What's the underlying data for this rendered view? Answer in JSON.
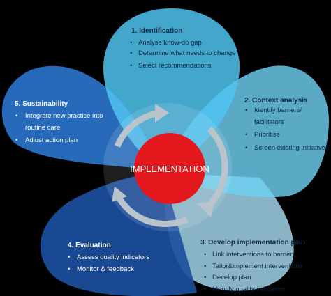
{
  "center": {
    "label": "IMPLEMENTATION"
  },
  "phases": [
    {
      "id": "identification",
      "heading": "1. Identification",
      "items": [
        "Analyse know-do gap",
        "Determine what needs to change",
        "Select recommendations"
      ],
      "color": "#4FC3EE"
    },
    {
      "id": "context-analysis",
      "heading": "2. Context analysis",
      "items": [
        "Identify barriers/",
        "facilitators",
        "Prioritise",
        "Screen existing initiatives"
      ],
      "color": "#6ECFF1"
    },
    {
      "id": "develop-plan",
      "heading": "3. Develop implementation plan",
      "items": [
        "Link interventions to barriers",
        "Tailor&implement interventions",
        "Develop plan",
        "Identify quality indicators"
      ],
      "color": "#A7DCF1"
    },
    {
      "id": "evaluation",
      "heading": "4. Evaluation",
      "items": [
        "Assess quality indicators",
        "Monitor & feedback"
      ],
      "color": "#1C4FA0"
    },
    {
      "id": "sustainability",
      "heading": "5. Sustainability",
      "items": [
        "Integrate new practice into",
        "routine care",
        "Adjust action plan"
      ],
      "color": "#2E79D4"
    }
  ],
  "colors": {
    "center_circle": "#E3191E",
    "cycle_arrows": "#B9C4CC",
    "background": "#000000"
  }
}
